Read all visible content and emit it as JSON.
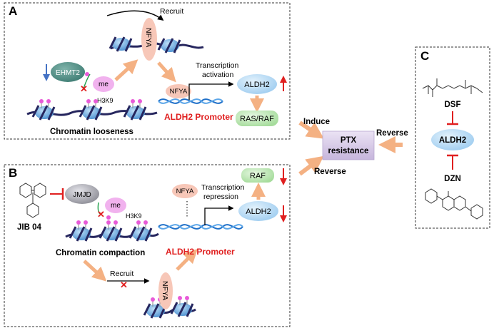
{
  "panel_a": {
    "letter": "A",
    "recruit": "Recruit",
    "nfya_top": "NFYA",
    "ehmt2": "EHMT2",
    "me": "me",
    "h3k9": "H3K9",
    "nfya_promoter": "NFYA",
    "transcription_line1": "Transcription",
    "transcription_line2": "activation",
    "aldh2": "ALDH2",
    "promoter": "ALDH2 Promoter",
    "ras_raf": "RAS/RAF",
    "chromatin": "Chromatin looseness"
  },
  "panel_b": {
    "letter": "B",
    "compound": "JIB 04",
    "jmjd": "JMJD",
    "me": "me",
    "h3k9": "H3K9",
    "nfya_promoter": "NFYA",
    "transcription_line1": "Transcription",
    "transcription_line2": "repression",
    "aldh2": "ALDH2",
    "raf": "RAF",
    "promoter": "ALDH2 Promoter",
    "chromatin": "Chromatin compaction",
    "recruit": "Recruit",
    "nfya_bottom": "NFYA"
  },
  "panel_c": {
    "letter": "C",
    "dsf": "DSF",
    "aldh2": "ALDH2",
    "dzn": "DZN"
  },
  "center": {
    "induce": "Induce",
    "reverse_right": "Reverse",
    "reverse_bottom": "Reverse",
    "ptx_line1": "PTX",
    "ptx_line2": "resistance"
  },
  "colors": {
    "arrow_orange": "#f4b183",
    "inhibit_red": "#e02020",
    "aldh2_blue": "#b9dcf4",
    "ras_green": "#b6e6b0",
    "ptx_purple": "#d6c9e6",
    "nfya_pink": "#f7c7b8",
    "ehmt2_green": "#4f8f86",
    "jmjd_gray": "#9c9ca6",
    "me_pink": "#f1b2ee",
    "nucleosome_blue": "#5a9bd5",
    "dna_navy": "#26265e"
  }
}
